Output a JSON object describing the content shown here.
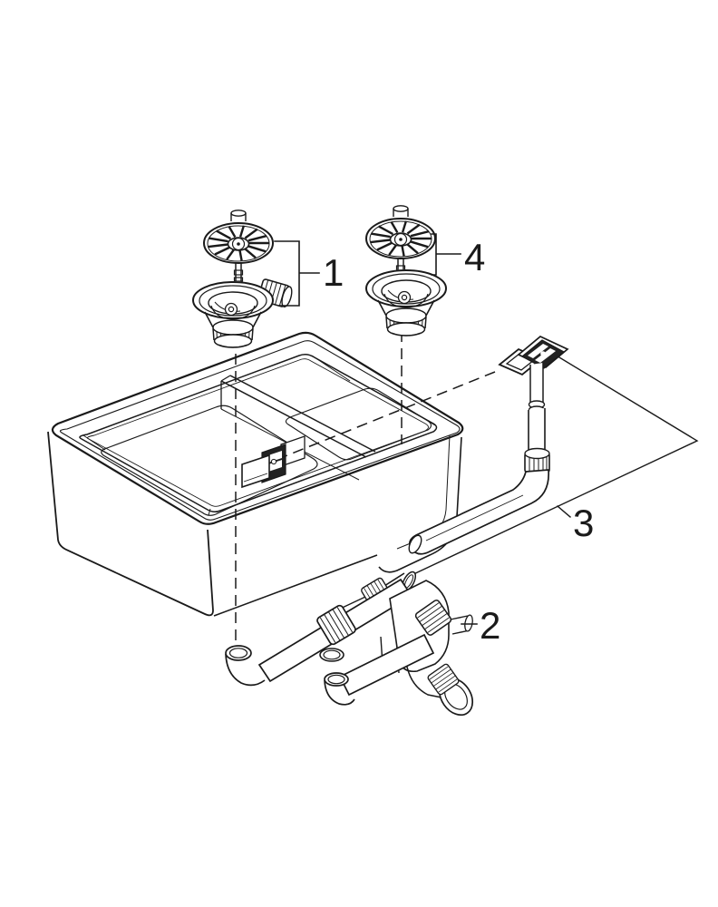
{
  "diagram": {
    "title": "exploded-parts-diagram",
    "labels": {
      "part1": "1",
      "part2": "2",
      "part3": "3",
      "part4": "4"
    },
    "colors": {
      "line": "#1a1a1a",
      "background": "#ffffff",
      "dark_panel": "#222222"
    },
    "parts": [
      {
        "label": "1",
        "name": "strainer-plug-and-basket-left"
      },
      {
        "label": "2",
        "name": "drain-trap-pipe-assembly"
      },
      {
        "label": "3",
        "name": "overflow-assembly-with-mounting-plane"
      },
      {
        "label": "4",
        "name": "strainer-plug-and-basket-right"
      }
    ]
  }
}
